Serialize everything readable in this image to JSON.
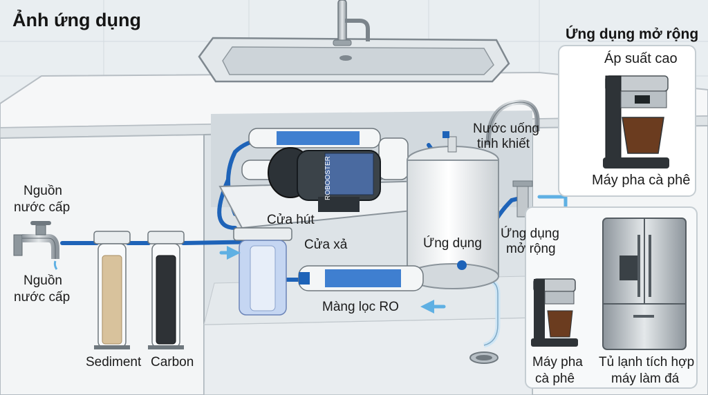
{
  "title": "Ảnh ứng dụng",
  "expansion_panel": {
    "heading": "Ứng dụng mở rộng",
    "high_pressure": "Áp suất cao",
    "coffee_top": "Máy pha cà phê",
    "coffee_bottom_line1": "Máy pha",
    "coffee_bottom_line2": "cà phê",
    "fridge_line1": "Tủ lạnh tích hợp",
    "fridge_line2": "máy làm đá"
  },
  "labels": {
    "source_top_line1": "Nguồn",
    "source_top_line2": "nước cấp",
    "source_bottom_line1": "Nguồn",
    "source_bottom_line2": "nước cấp",
    "sediment": "Sediment",
    "carbon": "Carbon",
    "inlet": "Cửa hút",
    "drain": "Cửa xả",
    "ro_membrane": "Màng lọc RO",
    "application": "Ứng dụng",
    "drinking_line1": "Nước uống",
    "drinking_line2": "tinh khiết",
    "expand_line1": "Ứng dụng",
    "expand_line2": "mở rộng",
    "pump_print": "ROBOOSTER"
  },
  "colors": {
    "water_pipe": "#1e63b8",
    "flow_arrow": "#5fb0e3",
    "cabinet": "#f3f5f6",
    "background": "#e9eef1"
  }
}
